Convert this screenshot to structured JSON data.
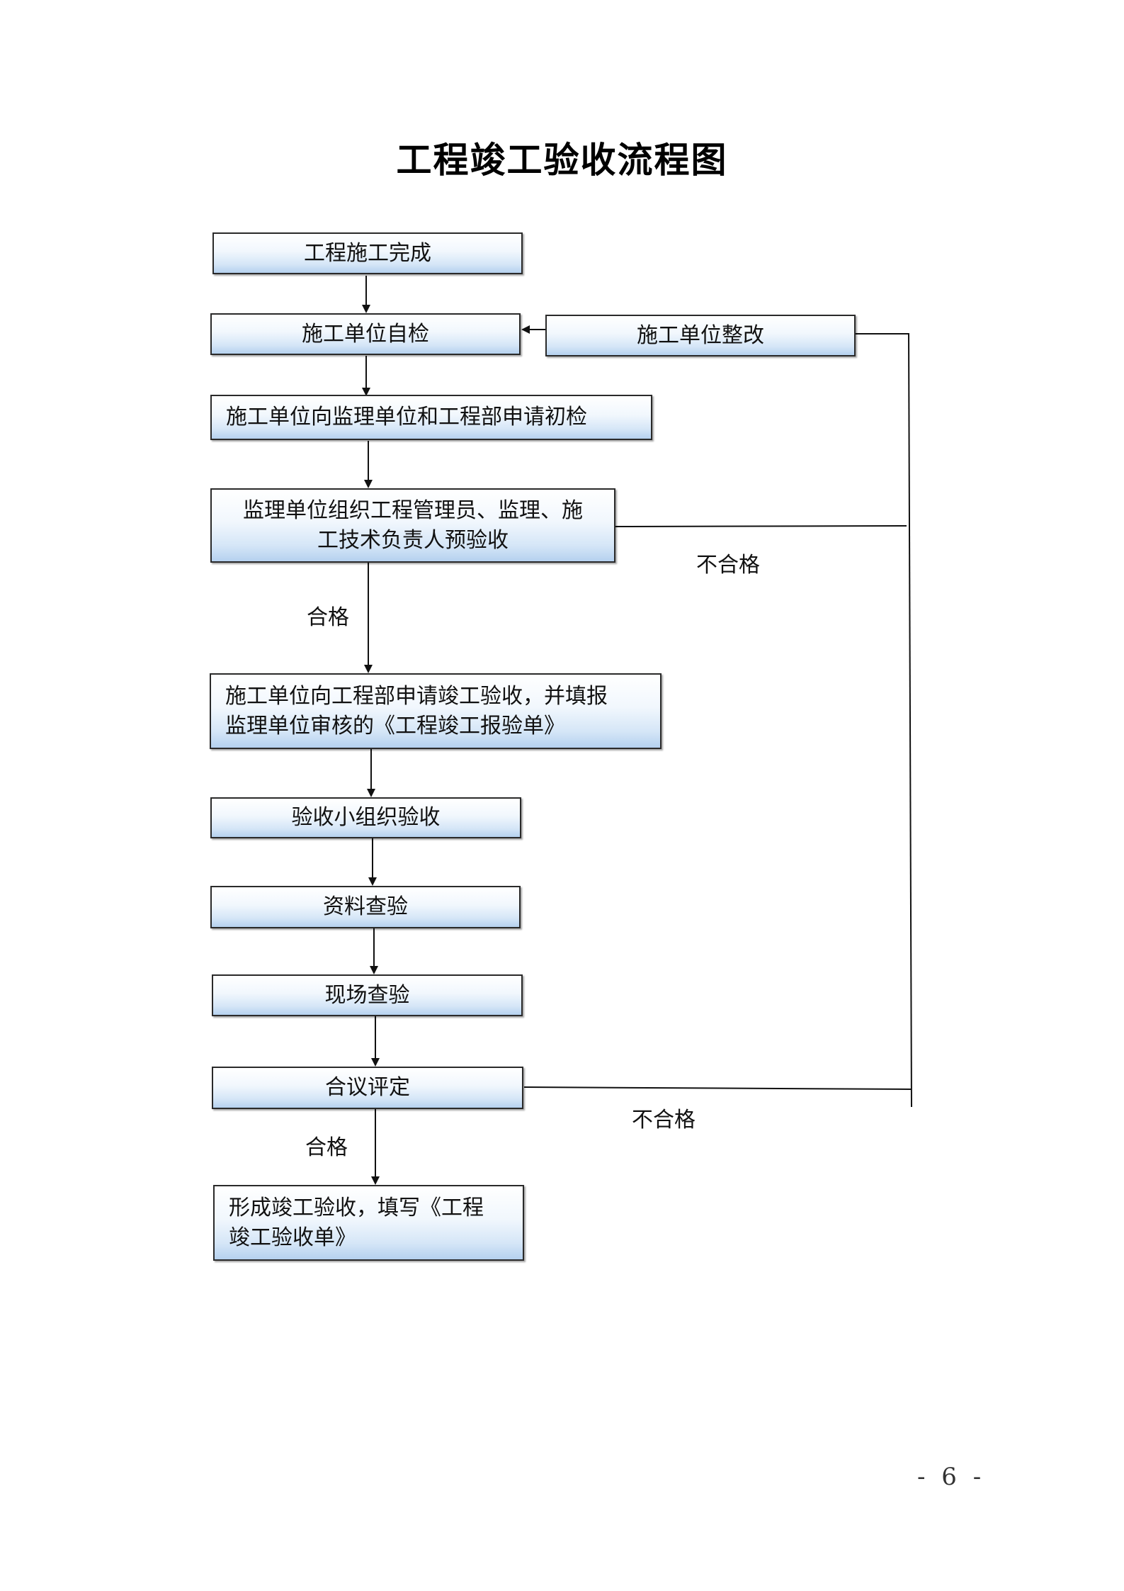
{
  "title": "工程竣工验收流程图",
  "nodes": {
    "construction_complete": "工程施工完成",
    "self_check": "施工单位自检",
    "rectification": "施工单位整改",
    "apply_initial_check": "施工单位向监理单位和工程部申请初检",
    "pre_acceptance": [
      "监理单位组织工程管理员、监理、施",
      "工技术负责人预验收"
    ],
    "apply_completion": [
      "施工单位向工程部申请竣工验收，并填报",
      "监理单位审核的《工程竣工报验单》"
    ],
    "team_acceptance": "验收小组织验收",
    "document_check": "资料查验",
    "site_check": "现场查验",
    "joint_evaluation": "合议评定",
    "final_form": [
      "形成竣工验收，填写《工程",
      "竣工验收单》"
    ]
  },
  "edge_labels": {
    "pass_1": "合格",
    "fail_1": "不合格",
    "pass_2": "合格",
    "fail_2": "不合格"
  },
  "edges": [
    {
      "from": "construction_complete",
      "to": "self_check"
    },
    {
      "from": "rectification",
      "to": "self_check"
    },
    {
      "from": "self_check",
      "to": "apply_initial_check"
    },
    {
      "from": "apply_initial_check",
      "to": "pre_acceptance"
    },
    {
      "from": "pre_acceptance",
      "to": "apply_completion",
      "label": "合格"
    },
    {
      "from": "pre_acceptance",
      "to": "rectification",
      "label": "不合格"
    },
    {
      "from": "apply_completion",
      "to": "team_acceptance"
    },
    {
      "from": "team_acceptance",
      "to": "document_check"
    },
    {
      "from": "document_check",
      "to": "site_check"
    },
    {
      "from": "site_check",
      "to": "joint_evaluation"
    },
    {
      "from": "joint_evaluation",
      "to": "final_form",
      "label": "合格"
    },
    {
      "from": "joint_evaluation",
      "to": "rectification",
      "label": "不合格"
    }
  ],
  "page_number": "- 6 -"
}
